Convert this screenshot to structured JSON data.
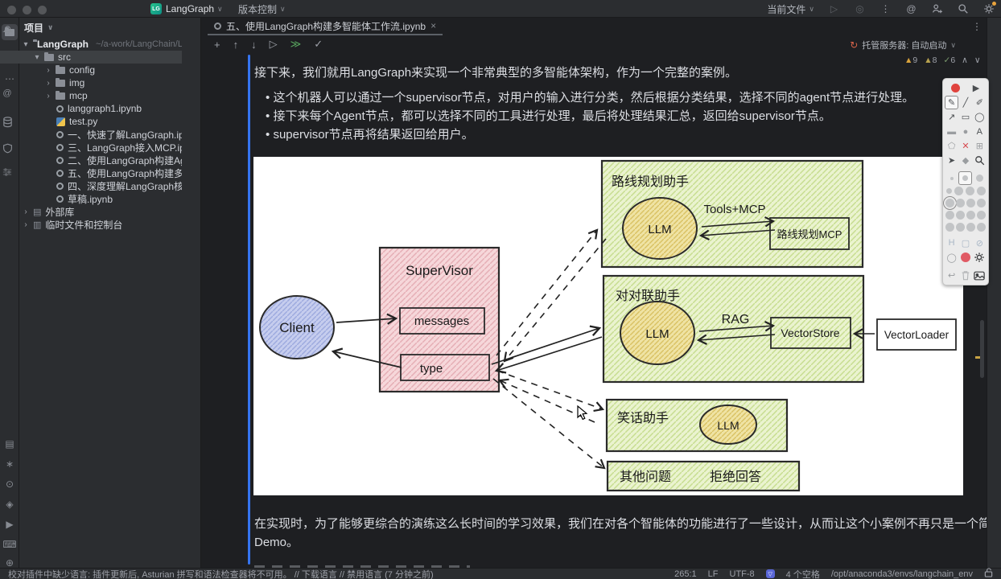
{
  "colors": {
    "accent": "#3574f0",
    "pink_fill": "#f6d7da",
    "green_fill": "#eaf3cf",
    "yellow_fill": "#efe3a4",
    "blue_fill": "#c6cdee",
    "record_red": "#e0433d"
  },
  "icons": {
    "chevron_down": "∨",
    "chevron_up": "∧",
    "chevron_right": "›",
    "expanded": "▾",
    "kebab": "⋮",
    "more": "⋯",
    "add": "+",
    "up": "↑",
    "down": "↓",
    "run_cell": "▷",
    "run_all": "≫",
    "clear": "✓",
    "close": "×",
    "bullet": "•",
    "refresh": "↻",
    "at": "@",
    "warning": "▲",
    "check": "✓",
    "record": "",
    "play": "▶",
    "pen": "✎",
    "line": "╱",
    "marker": "✐",
    "arrow": "↗",
    "rect": "▭",
    "ellipse": "◯",
    "filled_rect": "▬",
    "filled_ellipse": "●",
    "text_tool": "A",
    "blob": "⬠",
    "cross": "✕",
    "capture": "⊞",
    "cursor": "➤",
    "eraser": "◆",
    "flip": "H",
    "round_rect": "▢",
    "no_fill": "⊘",
    "undo": "↩",
    "pkg": "▤",
    "struct": "∗",
    "commit": "⊙",
    "services": "◈",
    "run": "▶",
    "terminal": "⌨",
    "problems": "⊕",
    "git": "⋔",
    "lib": "▤",
    "scratch": "▥",
    "dim_circle": "◎"
  },
  "titlebar": {
    "logo_text": "LG",
    "project_name": "LangGraph",
    "vcs_label": "版本控制",
    "run_config": "当前文件"
  },
  "tab": {
    "title": "五、使用LangGraph构建多智能体工作流.ipynb"
  },
  "project_panel": {
    "header": "项目",
    "root_label": "LangGraph",
    "root_path": "~/a-work/LangChain/LangGraph",
    "items": [
      {
        "label": "src"
      },
      {
        "label": "config"
      },
      {
        "label": "img"
      },
      {
        "label": "mcp"
      },
      {
        "label": "langgraph1.ipynb"
      },
      {
        "label": "test.py"
      },
      {
        "label": "一、快速了解LangGraph.ipynb"
      },
      {
        "label": "三、LangGraph接入MCP.ipynb"
      },
      {
        "label": "二、使用LangGraph构建Agent智能体.ipy"
      },
      {
        "label": "五、使用LangGraph构建多智能体工作流."
      },
      {
        "label": "四、深度理解LangGraph核心-Graph.ipyr"
      },
      {
        "label": "草稿.ipynb"
      },
      {
        "label": "外部库"
      },
      {
        "label": "临时文件和控制台"
      }
    ]
  },
  "editor": {
    "server_status": "托管服务器: 自动启动",
    "inspections": {
      "warnings": "9",
      "weak": "8",
      "passed": "6"
    },
    "intro": "接下来，我们就用LangGraph来实现一个非常典型的多智能体架构，作为一个完整的案例。",
    "bullets": [
      "这个机器人可以通过一个supervisor节点，对用户的输入进行分类，然后根据分类结果，选择不同的agent节点进行处理。",
      "接下来每个Agent节点，都可以选择不同的工具进行处理，最后将处理结果汇总，返回给supervisor节点。",
      "supervisor节点再将结果返回给用户。"
    ],
    "outro_line1": "在实现时，为了能够更综合的演练这么长时间的学习效果，我们在对各个智能体的功能进行了一些设计，从而让这个小案例不再只是一个简单的",
    "outro_line2": "Demo。"
  },
  "diagram": {
    "client": "Client",
    "supervisor": "SuperVisor",
    "messages": "messages",
    "type": "type",
    "route_title": "路线规划助手",
    "route_llm": "LLM",
    "route_tools": "Tools+MCP",
    "route_mcp": "路线规划MCP",
    "couplet_title": "对对联助手",
    "couplet_llm": "LLM",
    "couplet_rag": "RAG",
    "couplet_store": "VectorStore",
    "couplet_loader": "VectorLoader",
    "joke_title": "笑话助手",
    "joke_llm": "LLM",
    "other_title": "其他问题",
    "other_refuse": "拒绝回答"
  },
  "palette_tools": [
    "record",
    "play",
    "pen",
    "line",
    "marker",
    "arrow",
    "rectangle",
    "ellipse",
    "filled-rect",
    "filled-ellipse",
    "text",
    "blob",
    "delete",
    "capture",
    "cursor",
    "eraser",
    "zoom",
    "stroke-sizes",
    "color-swatches",
    "flip",
    "shape",
    "no-fill",
    "shape-ellipse",
    "paint",
    "settings",
    "undo",
    "trash",
    "save-image"
  ],
  "statusbar": {
    "message": "校对插件中缺少语言: 插件更新后, Asturian 拼写和语法检查器将不可用。 // 下载语言 // 禁用语言 (7 分钟之前)",
    "caret": "265:1",
    "line_ending": "LF",
    "encoding": "UTF-8",
    "indent": "4 个空格",
    "interpreter": "/opt/anaconda3/envs/langchain_env"
  }
}
